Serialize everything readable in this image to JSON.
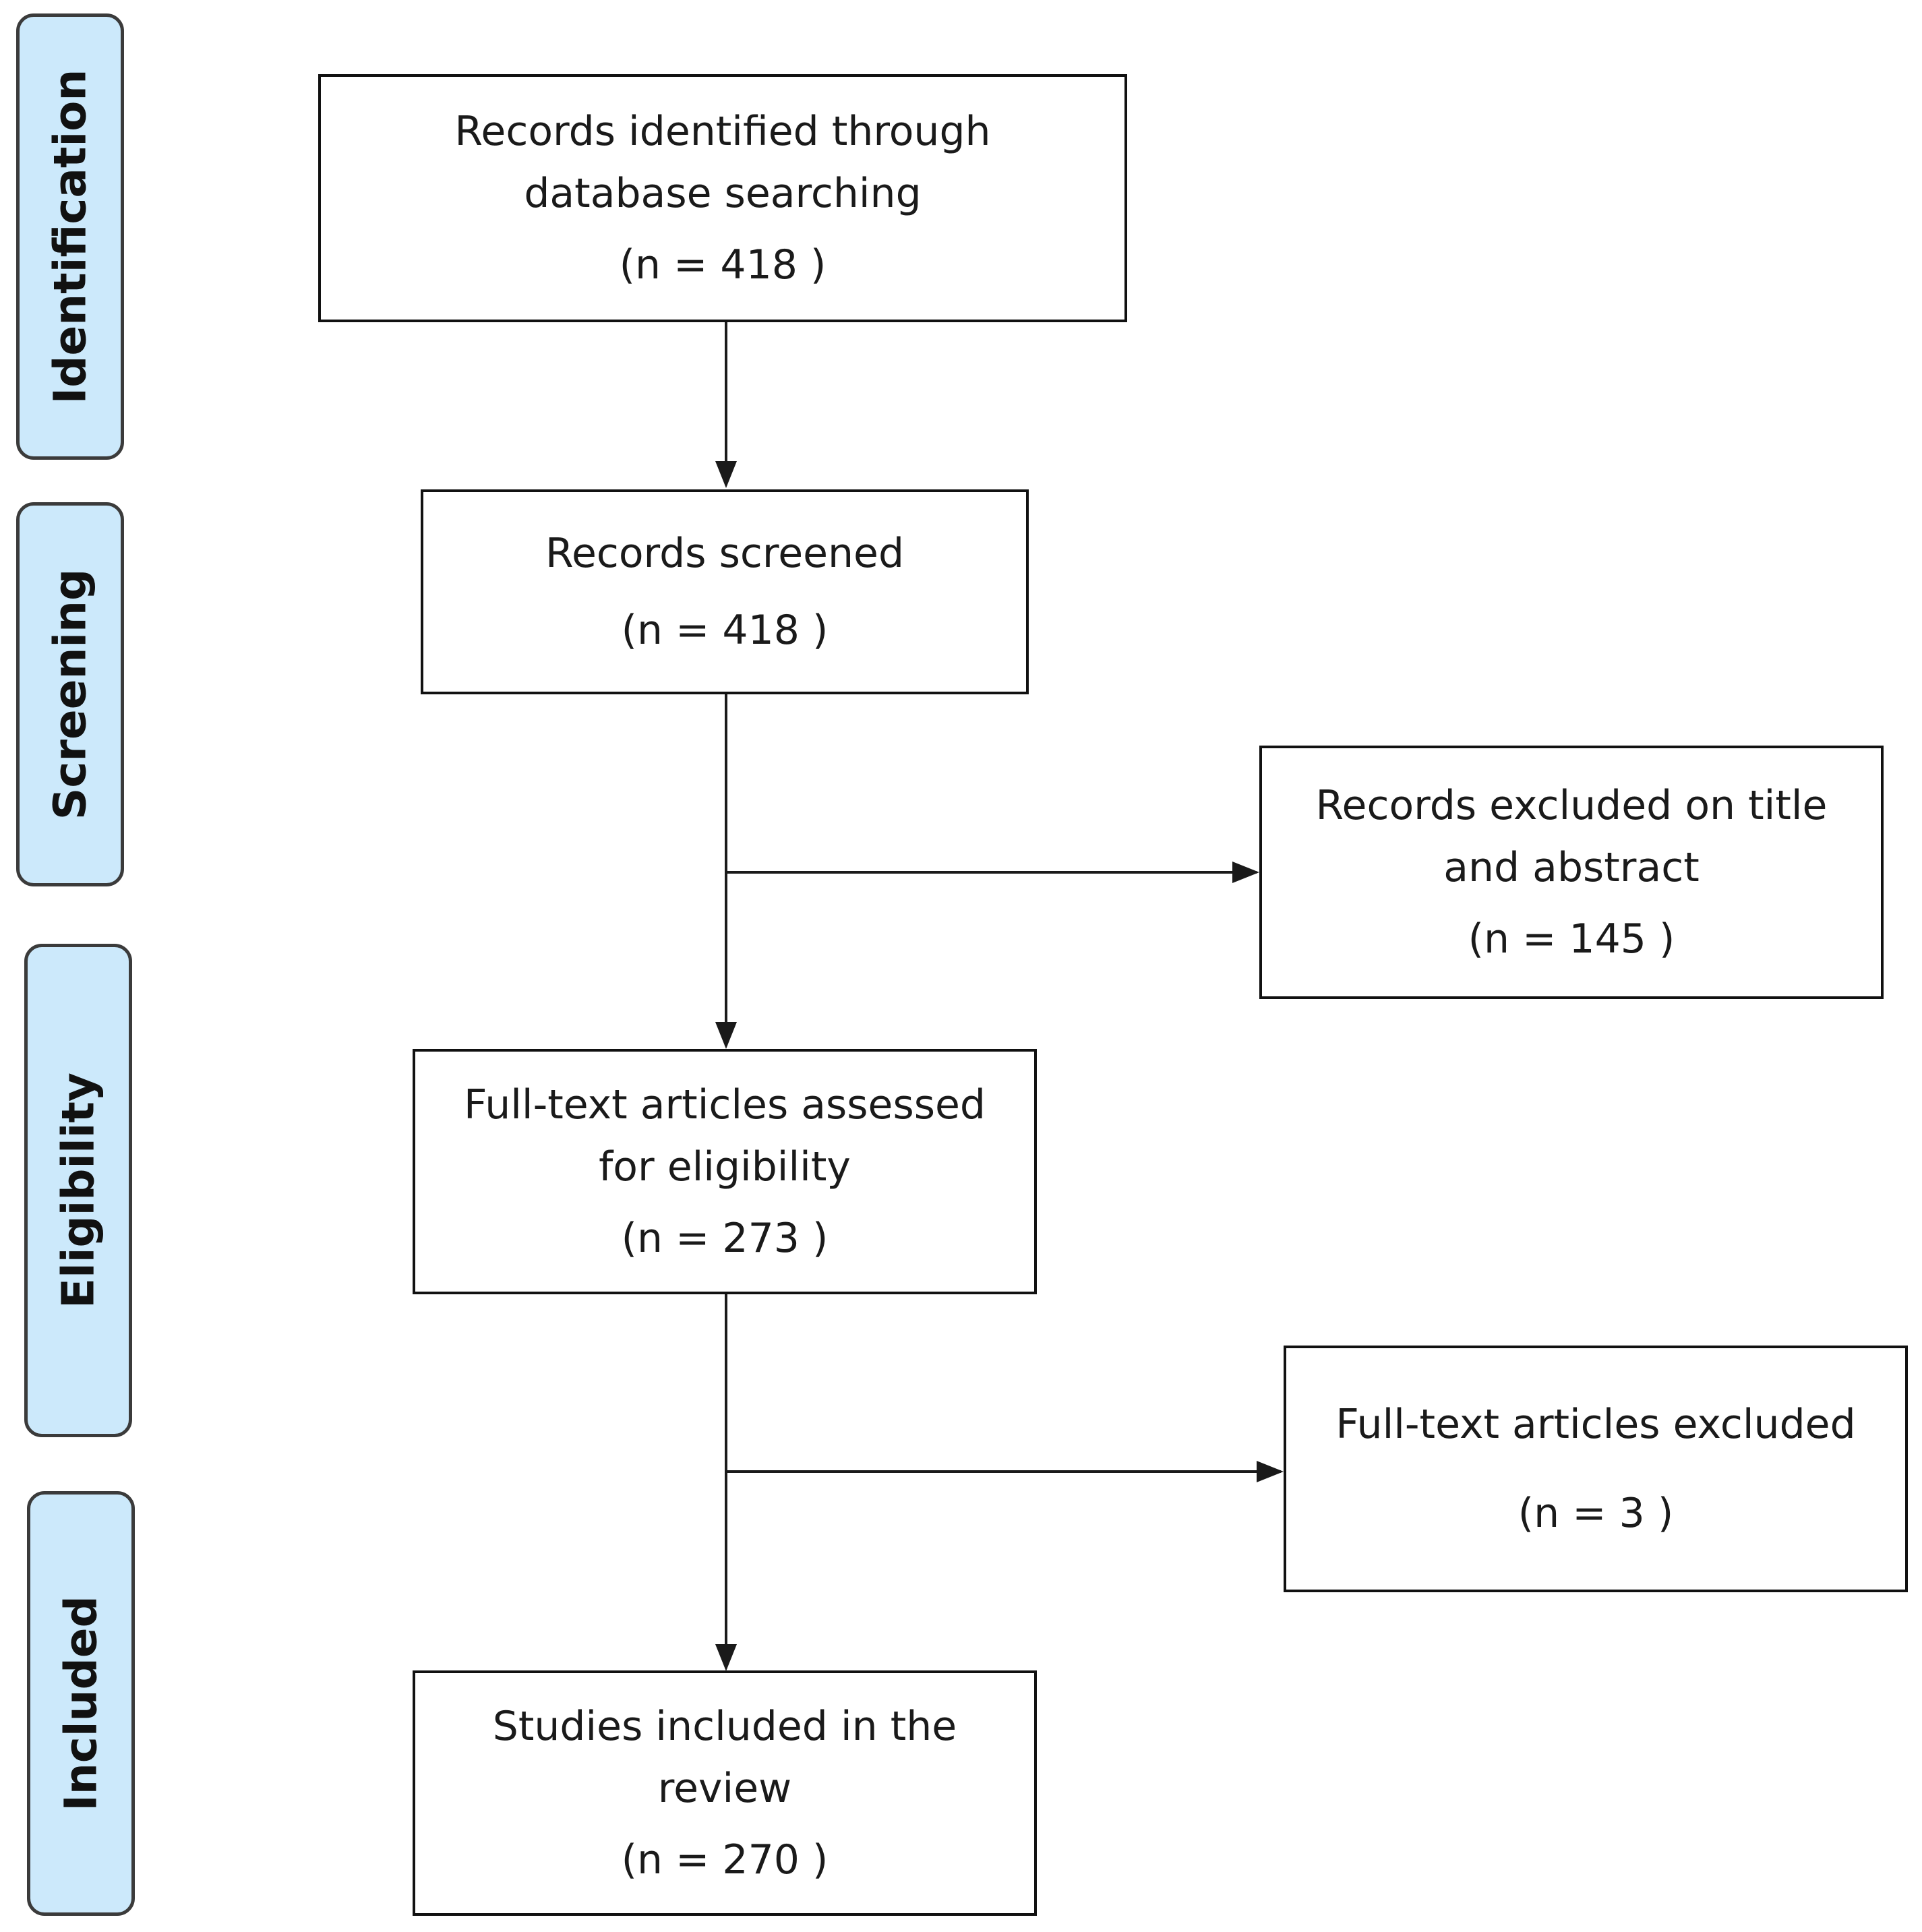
{
  "stages": [
    {
      "id": "identification",
      "label": "Identification"
    },
    {
      "id": "screening",
      "label": "Screening"
    },
    {
      "id": "eligibility",
      "label": "Eligibility"
    },
    {
      "id": "included",
      "label": "Included"
    }
  ],
  "boxes": {
    "identified": {
      "line1": "Records identified through",
      "line2": "database searching",
      "count": "(n = 418 )"
    },
    "screened": {
      "line1": "Records screened",
      "count": "(n = 418 )"
    },
    "excluded_title": {
      "line1": "Records excluded on title",
      "line2": "and abstract",
      "count": "(n = 145 )"
    },
    "fulltext_assessed": {
      "line1": "Full-text articles assessed",
      "line2": "for eligibility",
      "count": "(n = 273 )"
    },
    "fulltext_excluded": {
      "line1": "Full-text articles excluded",
      "count": "(n = 3 )"
    },
    "included": {
      "line1": "Studies included in the",
      "line2": "review",
      "count": "(n = 270 )"
    }
  },
  "colors": {
    "stage_fill": "#cce9fb",
    "stage_border": "#3b3b3b",
    "box_border": "#111111",
    "arrow": "#1a1a1a"
  }
}
